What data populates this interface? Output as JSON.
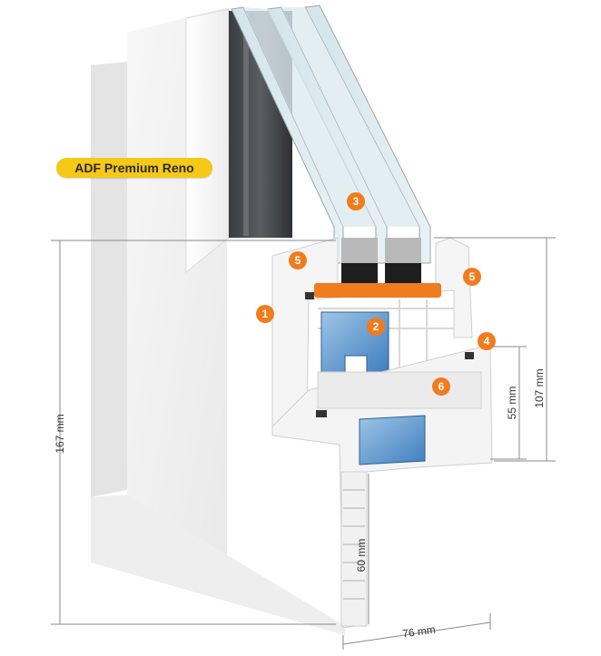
{
  "product_label": "ADF Premium Reno",
  "accent_color": "#f07c1e",
  "label_color": "#f6c818",
  "callouts": [
    "1",
    "2",
    "3",
    "4",
    "5",
    "5",
    "6"
  ],
  "dimensions": {
    "height_total": "167 mm",
    "height_sash": "107 mm",
    "height_inner": "55 mm",
    "height_lower": "60 mm",
    "width_depth": "76 mm"
  }
}
